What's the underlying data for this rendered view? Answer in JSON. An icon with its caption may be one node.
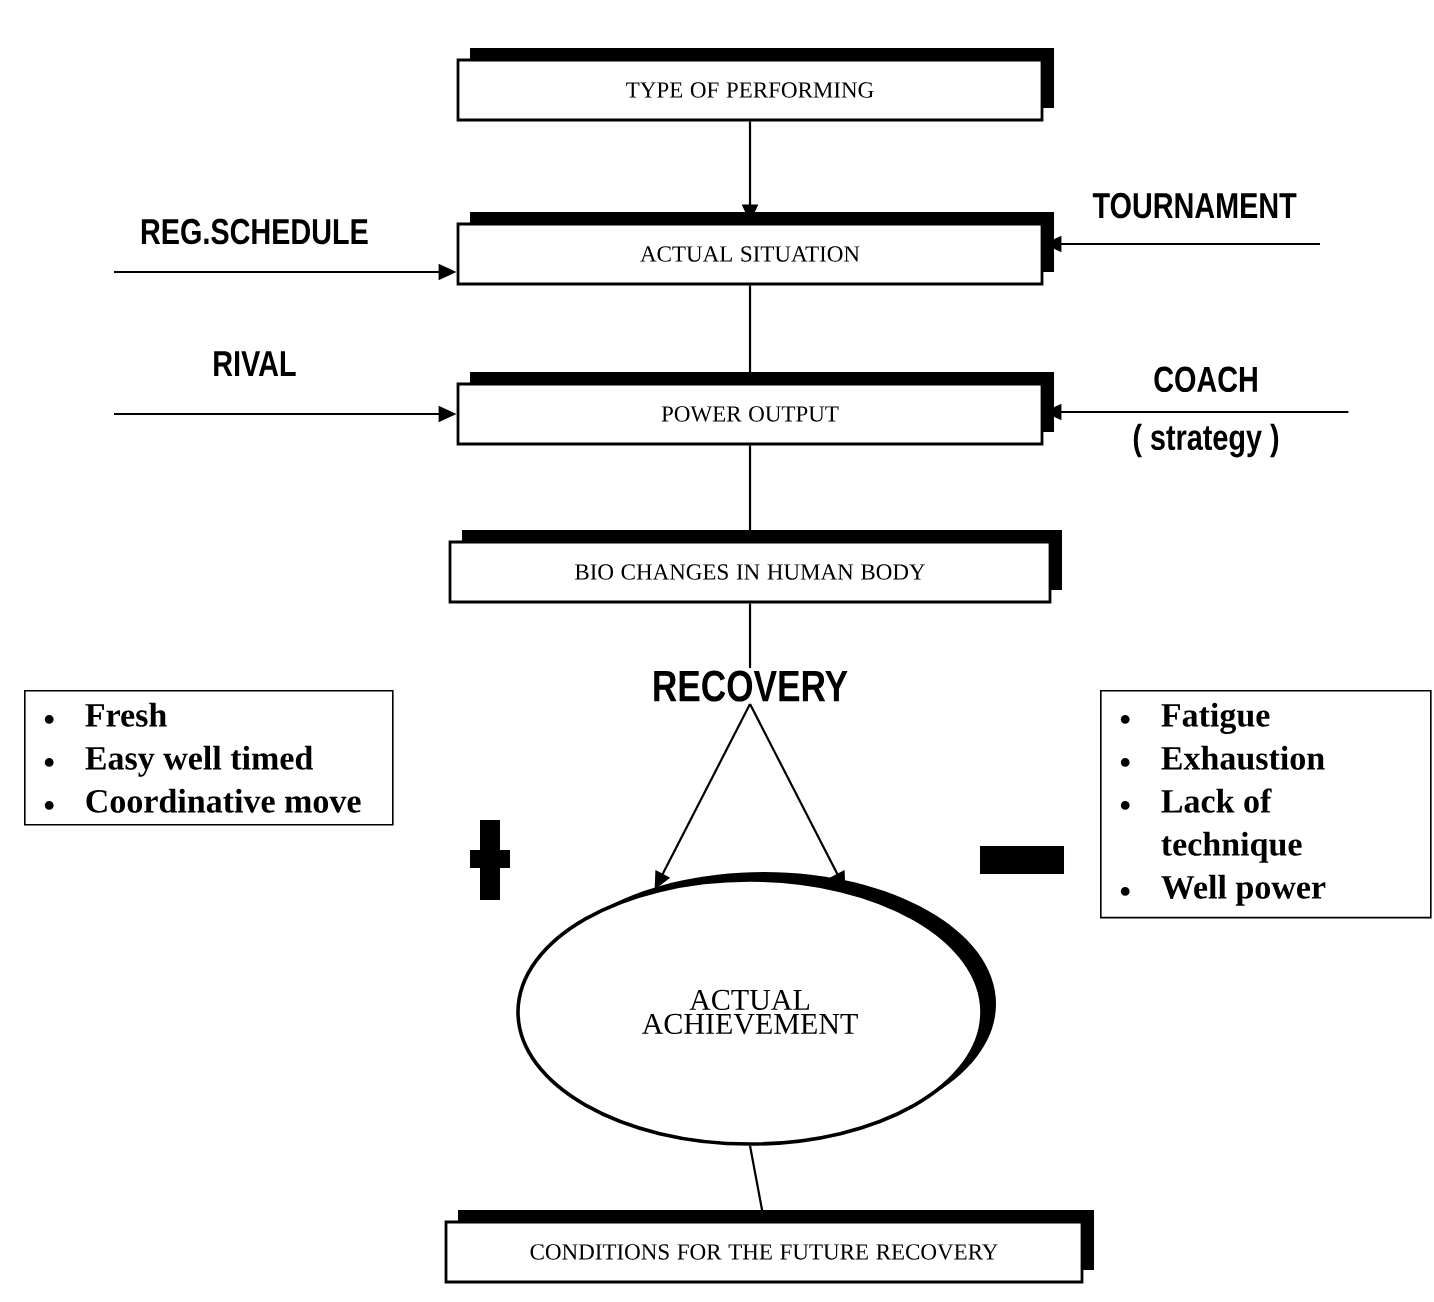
{
  "diagram": {
    "nodes": [
      {
        "text": [
          "TYPE OF PERFORMING"
        ]
      },
      {
        "text": [
          "ACTUAL SITUATION"
        ]
      },
      {
        "text": [
          "POWER OUTPUT"
        ]
      },
      {
        "text": [
          "BIO CHANGES IN HUMAN BODY"
        ]
      },
      {
        "text": [
          "RECOVERY"
        ]
      },
      {
        "text": [
          "Fresh",
          "Easy well timed",
          "Coordinative move"
        ]
      },
      {
        "text": [
          "ACTUAL ACHIEVEMENT"
        ]
      },
      {
        "text": [
          "Fatigue",
          "Exhaustion",
          "Lack of technique",
          "Well power"
        ]
      },
      {
        "text": [
          "CONDITIONS FOR THE FUTURE RECOVERY"
        ]
      },
      {
        "text": [
          "REG.SCHEDULE"
        ]
      },
      {
        "text": [
          "TOURNAMENT"
        ]
      },
      {
        "text": [
          "RIVAL"
        ]
      },
      {
        "text": [
          "COACH",
          "( strategy )"
        ]
      }
    ],
    "edges": [
      {
        "from": 0,
        "to": 1,
        "arrow": "to"
      },
      {
        "from": 1,
        "to": 2,
        "arrow": "none"
      },
      {
        "from": 2,
        "to": 3,
        "arrow": "none"
      },
      {
        "from": 3,
        "to": 4,
        "arrow": "none"
      },
      {
        "from": 4,
        "to": 6,
        "arrow": "to"
      },
      {
        "from": 4,
        "to": 6,
        "arrow": "to"
      },
      {
        "from": 6,
        "to": 8,
        "arrow": "none"
      },
      {
        "from": 9,
        "to": 1,
        "arrow": "to"
      },
      {
        "from": 10,
        "to": 1,
        "arrow": "to"
      },
      {
        "from": 11,
        "to": 2,
        "arrow": "to"
      },
      {
        "from": 12,
        "to": 2,
        "arrow": "to"
      }
    ]
  }
}
